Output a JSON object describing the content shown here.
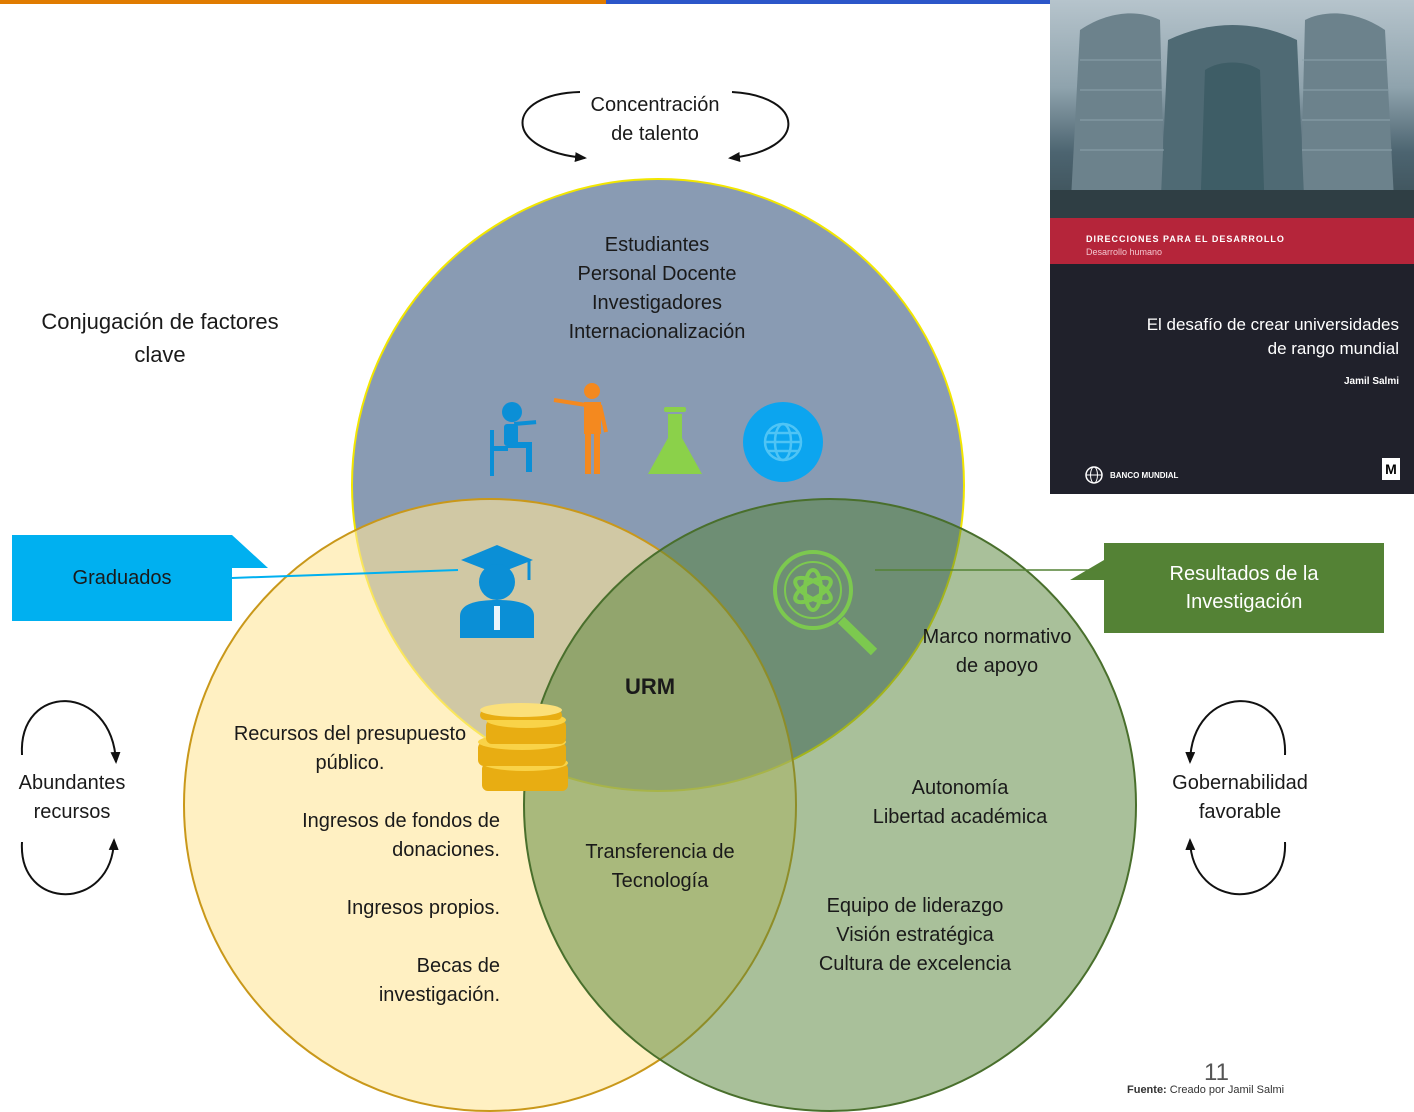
{
  "colors": {
    "top_circle": "#8497b0",
    "left_circle": "#ffe699",
    "right_circle": "#548235",
    "graduate_callout": "#00b0f0",
    "research_callout": "#548235",
    "icon_blue": "#0b8fd6",
    "icon_orange": "#f4891f",
    "icon_green": "#8bd14a"
  },
  "diagram": {
    "headline_line1": "Conjugación de factores",
    "headline_line2": "clave",
    "cycle_top_line1": "Concentración",
    "cycle_top_line2": "de talento",
    "cycle_left_line1": "Abundantes",
    "cycle_left_line2": "recursos",
    "cycle_right_line1": "Gobernabilidad",
    "cycle_right_line2": "favorable",
    "talent_items": [
      "Estudiantes",
      "Personal Docente",
      "Investigadores",
      "Internacionalización"
    ],
    "resources": {
      "r1_line1": "Recursos del presupuesto",
      "r1_line2": "público.",
      "r2_line1": "Ingresos de fondos de",
      "r2_line2": "donaciones.",
      "r3": "Ingresos propios.",
      "r4_line1": "Becas de",
      "r4_line2": "investigación."
    },
    "governance": {
      "g1_line1": "Marco normativo",
      "g1_line2": "de apoyo",
      "g2_line1": "Autonomía",
      "g2_line2": "Libertad académica",
      "g3_line1": "Equipo de liderazgo",
      "g3_line2": "Visión estratégica",
      "g3_line3": "Cultura de excelencia"
    },
    "center_label": "URM",
    "overlap_bottom_line1": "Transferencia de",
    "overlap_bottom_line2": "Tecnología",
    "callout_left": "Graduados",
    "callout_right_line1": "Resultados de la",
    "callout_right_line2": "Investigación"
  },
  "book": {
    "series": "DIRECCIONES PARA EL DESARROLLO",
    "subseries": "Desarrollo humano",
    "title_line1": "El desafío de crear universidades",
    "title_line2": "de rango mundial",
    "author": "Jamil Salmi",
    "publisher": "BANCO MUNDIAL",
    "imprint_mark": "M"
  },
  "footer": {
    "page_number": "11",
    "source_label": "Fuente:",
    "source_text": "Creado por Jamil Salmi"
  }
}
